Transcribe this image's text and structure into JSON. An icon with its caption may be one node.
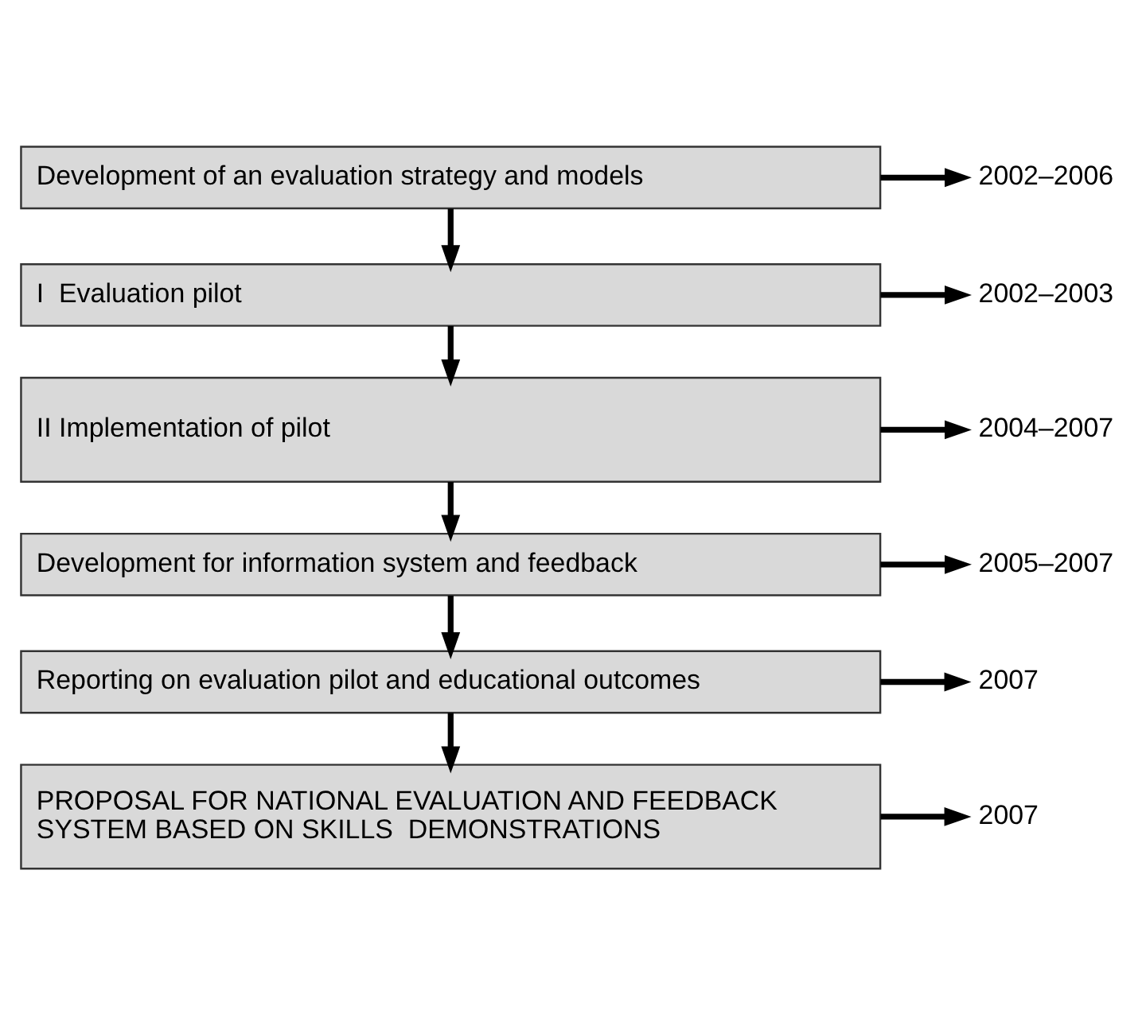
{
  "diagram": {
    "nodes": [
      {
        "text": [
          "Development of an evaluation strategy and models"
        ]
      },
      {
        "text": [
          "2002–2006"
        ]
      },
      {
        "text": [
          "I  Evaluation pilot"
        ]
      },
      {
        "text": [
          "2002–2003"
        ]
      },
      {
        "text": [
          "II Implementation of pilot"
        ]
      },
      {
        "text": [
          "2004–2007"
        ]
      },
      {
        "text": [
          "Development for information system and feedback"
        ]
      },
      {
        "text": [
          "2005–2007"
        ]
      },
      {
        "text": [
          "Reporting on evaluation pilot and educational outcomes"
        ]
      },
      {
        "text": [
          "2007"
        ]
      },
      {
        "text": [
          "PROPOSAL FOR NATIONAL EVALUATION AND FEEDBACK SYSTEM BASED ON SKILLS  DEMONSTRATIONS"
        ]
      },
      {
        "text": [
          "2007"
        ]
      }
    ],
    "edges": [
      {
        "from": 0,
        "to": 1,
        "arrow": "to"
      },
      {
        "from": 0,
        "to": 2,
        "arrow": "to"
      },
      {
        "from": 2,
        "to": 3,
        "arrow": "to"
      },
      {
        "from": 2,
        "to": 4,
        "arrow": "to"
      },
      {
        "from": 4,
        "to": 5,
        "arrow": "to"
      },
      {
        "from": 4,
        "to": 6,
        "arrow": "to"
      },
      {
        "from": 6,
        "to": 7,
        "arrow": "to"
      },
      {
        "from": 6,
        "to": 8,
        "arrow": "to"
      },
      {
        "from": 8,
        "to": 9,
        "arrow": "to"
      },
      {
        "from": 8,
        "to": 10,
        "arrow": "to"
      },
      {
        "from": 10,
        "to": 11,
        "arrow": "to"
      }
    ]
  }
}
